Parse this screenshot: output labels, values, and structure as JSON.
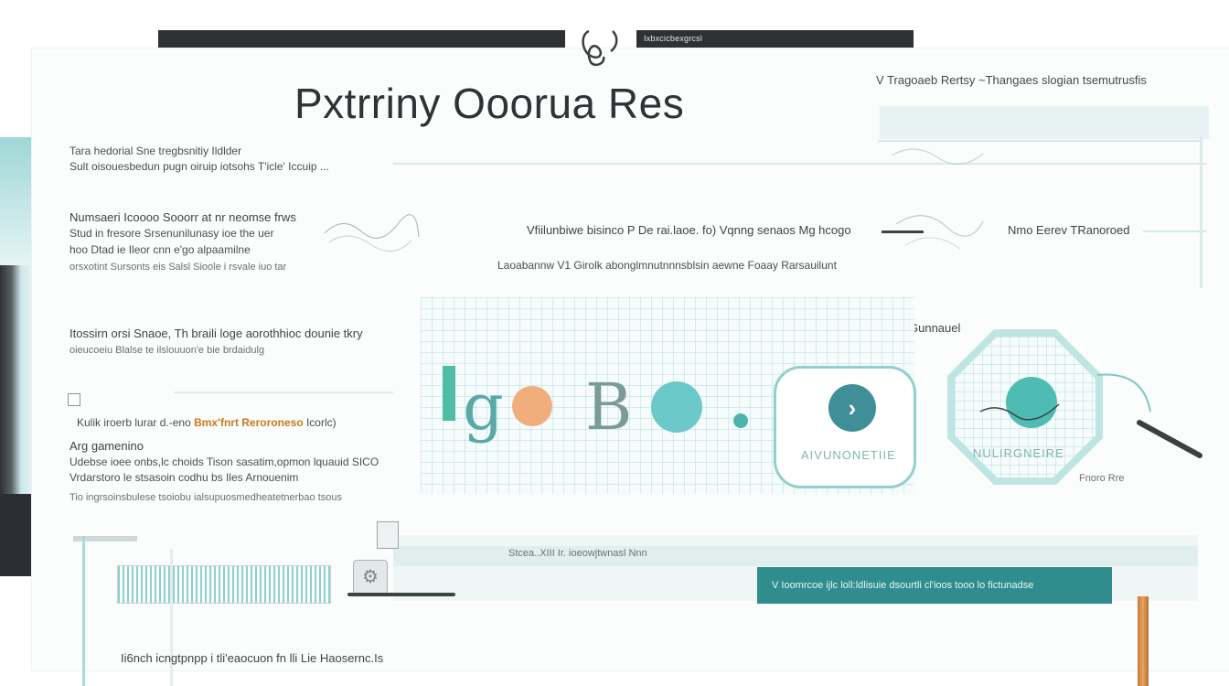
{
  "header": {
    "bar_text": "Ixbxcicbexgrcsl",
    "title": "Pxtrriny Ooorua Res",
    "top_links": "V  Tragoaeb  Rertsy  ~Thangaes slogian tsemutrusfis"
  },
  "left_column": {
    "block1": [
      "Tara hedorial Sne tregbsnitiy Ildlder",
      "Sult oisouesbedun pugn oiruip iotsohs T'icle' Iccuip ..."
    ],
    "block2": [
      "Numsaeri  Icoooo  Sooorr at nr neomse frws",
      "Stud in fresore Srsenunilunasy ioe the  uer",
      "hoo Dtad ie Ileor cnn e'go alpaamilne",
      "orsxotint Sursonts eis Salsl Sioole  i rsvale iuo tar"
    ],
    "block3": [
      "Itossirn orsi Snaoe, Th braili loge aorothhioc dounie tkry",
      "oieucoeiu Blalse te ilslouuon'e bie brdaidulg"
    ],
    "option_row": {
      "prefix": "Kulik iroerb lurar d.-eno",
      "highlight": "Bmx'fnrt Reroroneso",
      "suffix": "Icorlc)"
    },
    "block4": [
      "Arg gamenino",
      "Udebse ioee onbs,lc choids Tison sasatim,opmon lquauid SICO",
      "Vrdarstoro le stsasoin codhu bs Iles Arnouenim",
      "Tio ingrsoinsbulese tsoiobu ialsupuosmedheatetnerbao tsous"
    ]
  },
  "center": {
    "caption1": "Vfiilunbiwe bisinco P De rai.laoe. fo) Vqnng senaos Mg hcogo",
    "caption2": "Laoabannw V1 Girolk abonglmnutnnnsblsin aewne Foaay Rarsauilunt",
    "card_label": "AIVUNONETIIE"
  },
  "right_column": {
    "label1": "Nmo Eerev TRanoroed",
    "label2": "Gunnauel",
    "octo_label": "NULIRGNEIRE",
    "label3": "Fnoro Rre"
  },
  "lower": {
    "band_label": "Stcea..XIII Ir. ioeowjtwnasl Nnn",
    "teal_button": "V  Ioomrcoe ijlc  loll:ldlisuie dsourtli cl'ioos tooo lo fictunadse",
    "bottom_text": "Ii6nch icngtpnpp i tli'eaocuon fn lli  Lie Haosernc.Is"
  },
  "colors": {
    "teal": "#2f8d8e",
    "accent_orange": "#f2ad7c",
    "cyan": "#6cc9c9",
    "highlight_text": "#c77a1a"
  }
}
